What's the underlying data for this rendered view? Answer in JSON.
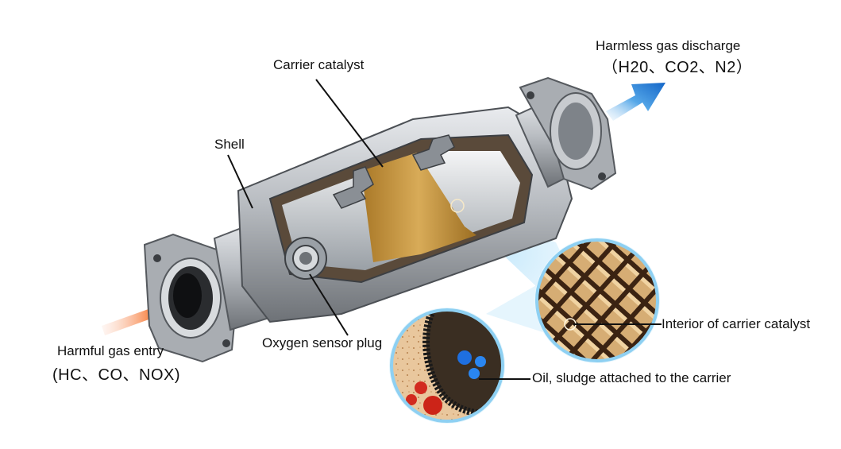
{
  "labels": {
    "carrier_catalyst": "Carrier catalyst",
    "shell": "Shell",
    "harmless_title": "Harmless gas discharge",
    "harmless_formula": "（H20、CO2、N2）",
    "harmful_title": "Harmful gas entry",
    "harmful_formula": "(HC、CO、NOX)",
    "oxygen_sensor": "Oxygen sensor plug",
    "interior": "Interior of carrier catalyst",
    "oil_sludge": "Oil, sludge attached to the carrier"
  },
  "colors": {
    "inlet_arrow": "#f0441c",
    "outlet_arrow": "#1f7fd6",
    "catalyst_band": "#c9963f",
    "shell_metal": "#b9bcc0",
    "honeycomb": "#d9b27a"
  },
  "icons": {
    "inlet": "orange-arrow-icon",
    "outlet": "blue-arrow-icon"
  }
}
